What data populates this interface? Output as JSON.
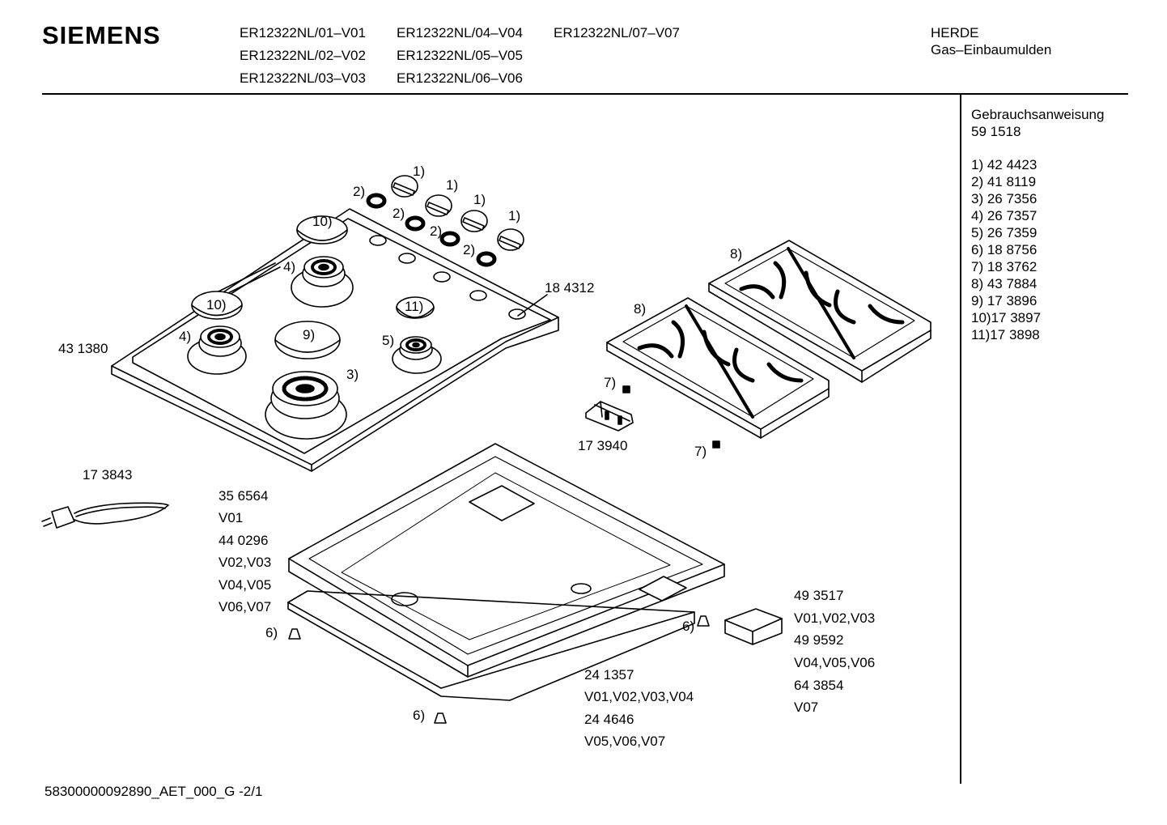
{
  "header": {
    "brand": "SIEMENS",
    "models": [
      "ER12322NL/01–V01",
      "ER12322NL/04–V04",
      "ER12322NL/07–V07",
      "ER12322NL/02–V02",
      "ER12322NL/05–V05",
      "ER12322NL/03–V03",
      "ER12322NL/06–V06"
    ],
    "category": "HERDE",
    "subcategory": "Gas–Einbaumulden"
  },
  "sidebar": {
    "title": "Gebrauchsanweisung",
    "number": "59 1518",
    "parts": [
      "1)  42 4423",
      "2)  41 8119",
      "3)  26 7356",
      "4)  26 7357",
      "5)  26 7359",
      "6)  18 8756",
      "7)  18 3762",
      "8)  43 7884",
      "9)  17 3896",
      "10)17 3897",
      "11)17 3898"
    ]
  },
  "callouts": {
    "c1a": "1)",
    "c1b": "1)",
    "c1c": "1)",
    "c1d": "1)",
    "c2a": "2)",
    "c2b": "2)",
    "c2c": "2)",
    "c2d": "2)",
    "c10a": "10)",
    "c10b": "10)",
    "c4a": "4)",
    "c4b": "4)",
    "c11": "11)",
    "c9": "9)",
    "c5": "5)",
    "c3": "3)",
    "c8a": "8)",
    "c8b": "8)",
    "c7a": "7)",
    "c7b": "7)",
    "c6a": "6)",
    "c6b": "6)",
    "c6c": "6)"
  },
  "labels": {
    "hob": "43 1380",
    "panel": "18 4312",
    "bracket": "17 3940",
    "cable": "17 3843",
    "seal_1": "35 6564",
    "seal_1_var": "V01",
    "seal_2": "44 0296",
    "seal_2_var_a": "V02,V03",
    "seal_2_var_b": "V04,V05",
    "seal_2_var_c": "V06,V07",
    "frame_1": "24 1357",
    "frame_1_var": "V01,V02,V03,V04",
    "frame_2": "24 4646",
    "frame_2_var": "V05,V06,V07",
    "box_1": "49 3517",
    "box_1_var": "V01,V02,V03",
    "box_2": "49 9592",
    "box_2_var": "V04,V05,V06",
    "box_3": "64 3854",
    "box_3_var": "V07"
  },
  "footer": "58300000092890_AET_000_G -2/1"
}
